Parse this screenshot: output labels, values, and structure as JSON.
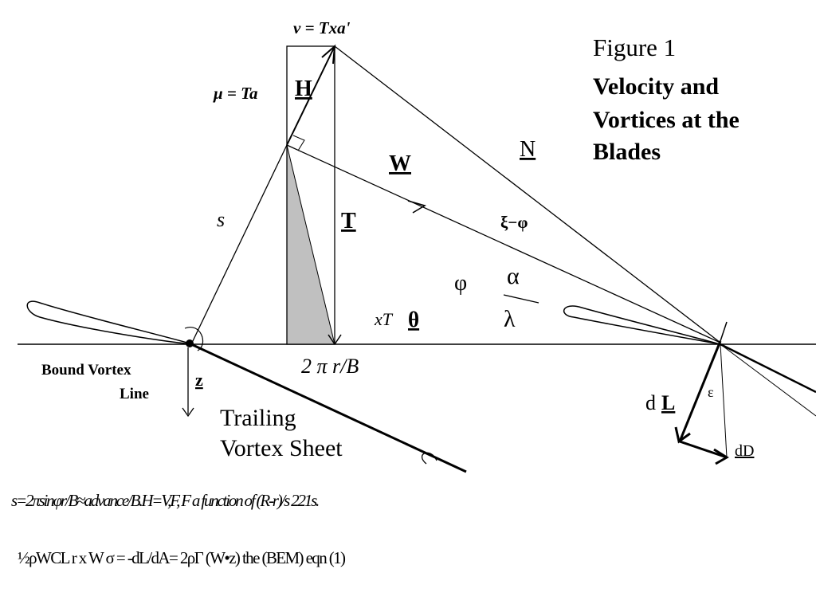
{
  "figure": {
    "number": "Figure 1",
    "caption": [
      "Velocity and",
      "Vortices at the",
      "Blades"
    ]
  },
  "labels": {
    "nu": "ν = Txa'",
    "mu": "μ = Ta",
    "H": "H",
    "W": "W",
    "N": "N",
    "T": "T",
    "s": "s",
    "xi_phi": "ξ−φ",
    "phi": "φ",
    "alpha": "α",
    "lambda": "λ",
    "xT": "xT",
    "theta": "θ",
    "pitch": "2 π r/B",
    "bound_vortex": [
      "Bound Vortex",
      "Line"
    ],
    "z": "z",
    "trailing": [
      "Trailing",
      "Vortex  Sheet"
    ],
    "dL_d": "d",
    "dL_L": "L",
    "eps": "ε",
    "dD": "dD"
  },
  "equations": {
    "eq1": "s=2πsinφr/B≈advance/B.H=V,F, F a function of (R-r)/s 221s.",
    "eq2": "½ρWCL r x W σ = -dL/dA= 2ρΓ (W•z) the (BEM) eqn  (1)"
  },
  "colors": {
    "shaded_triangle": "#c0c0c0",
    "phi_blue": "#1a1aa6"
  }
}
